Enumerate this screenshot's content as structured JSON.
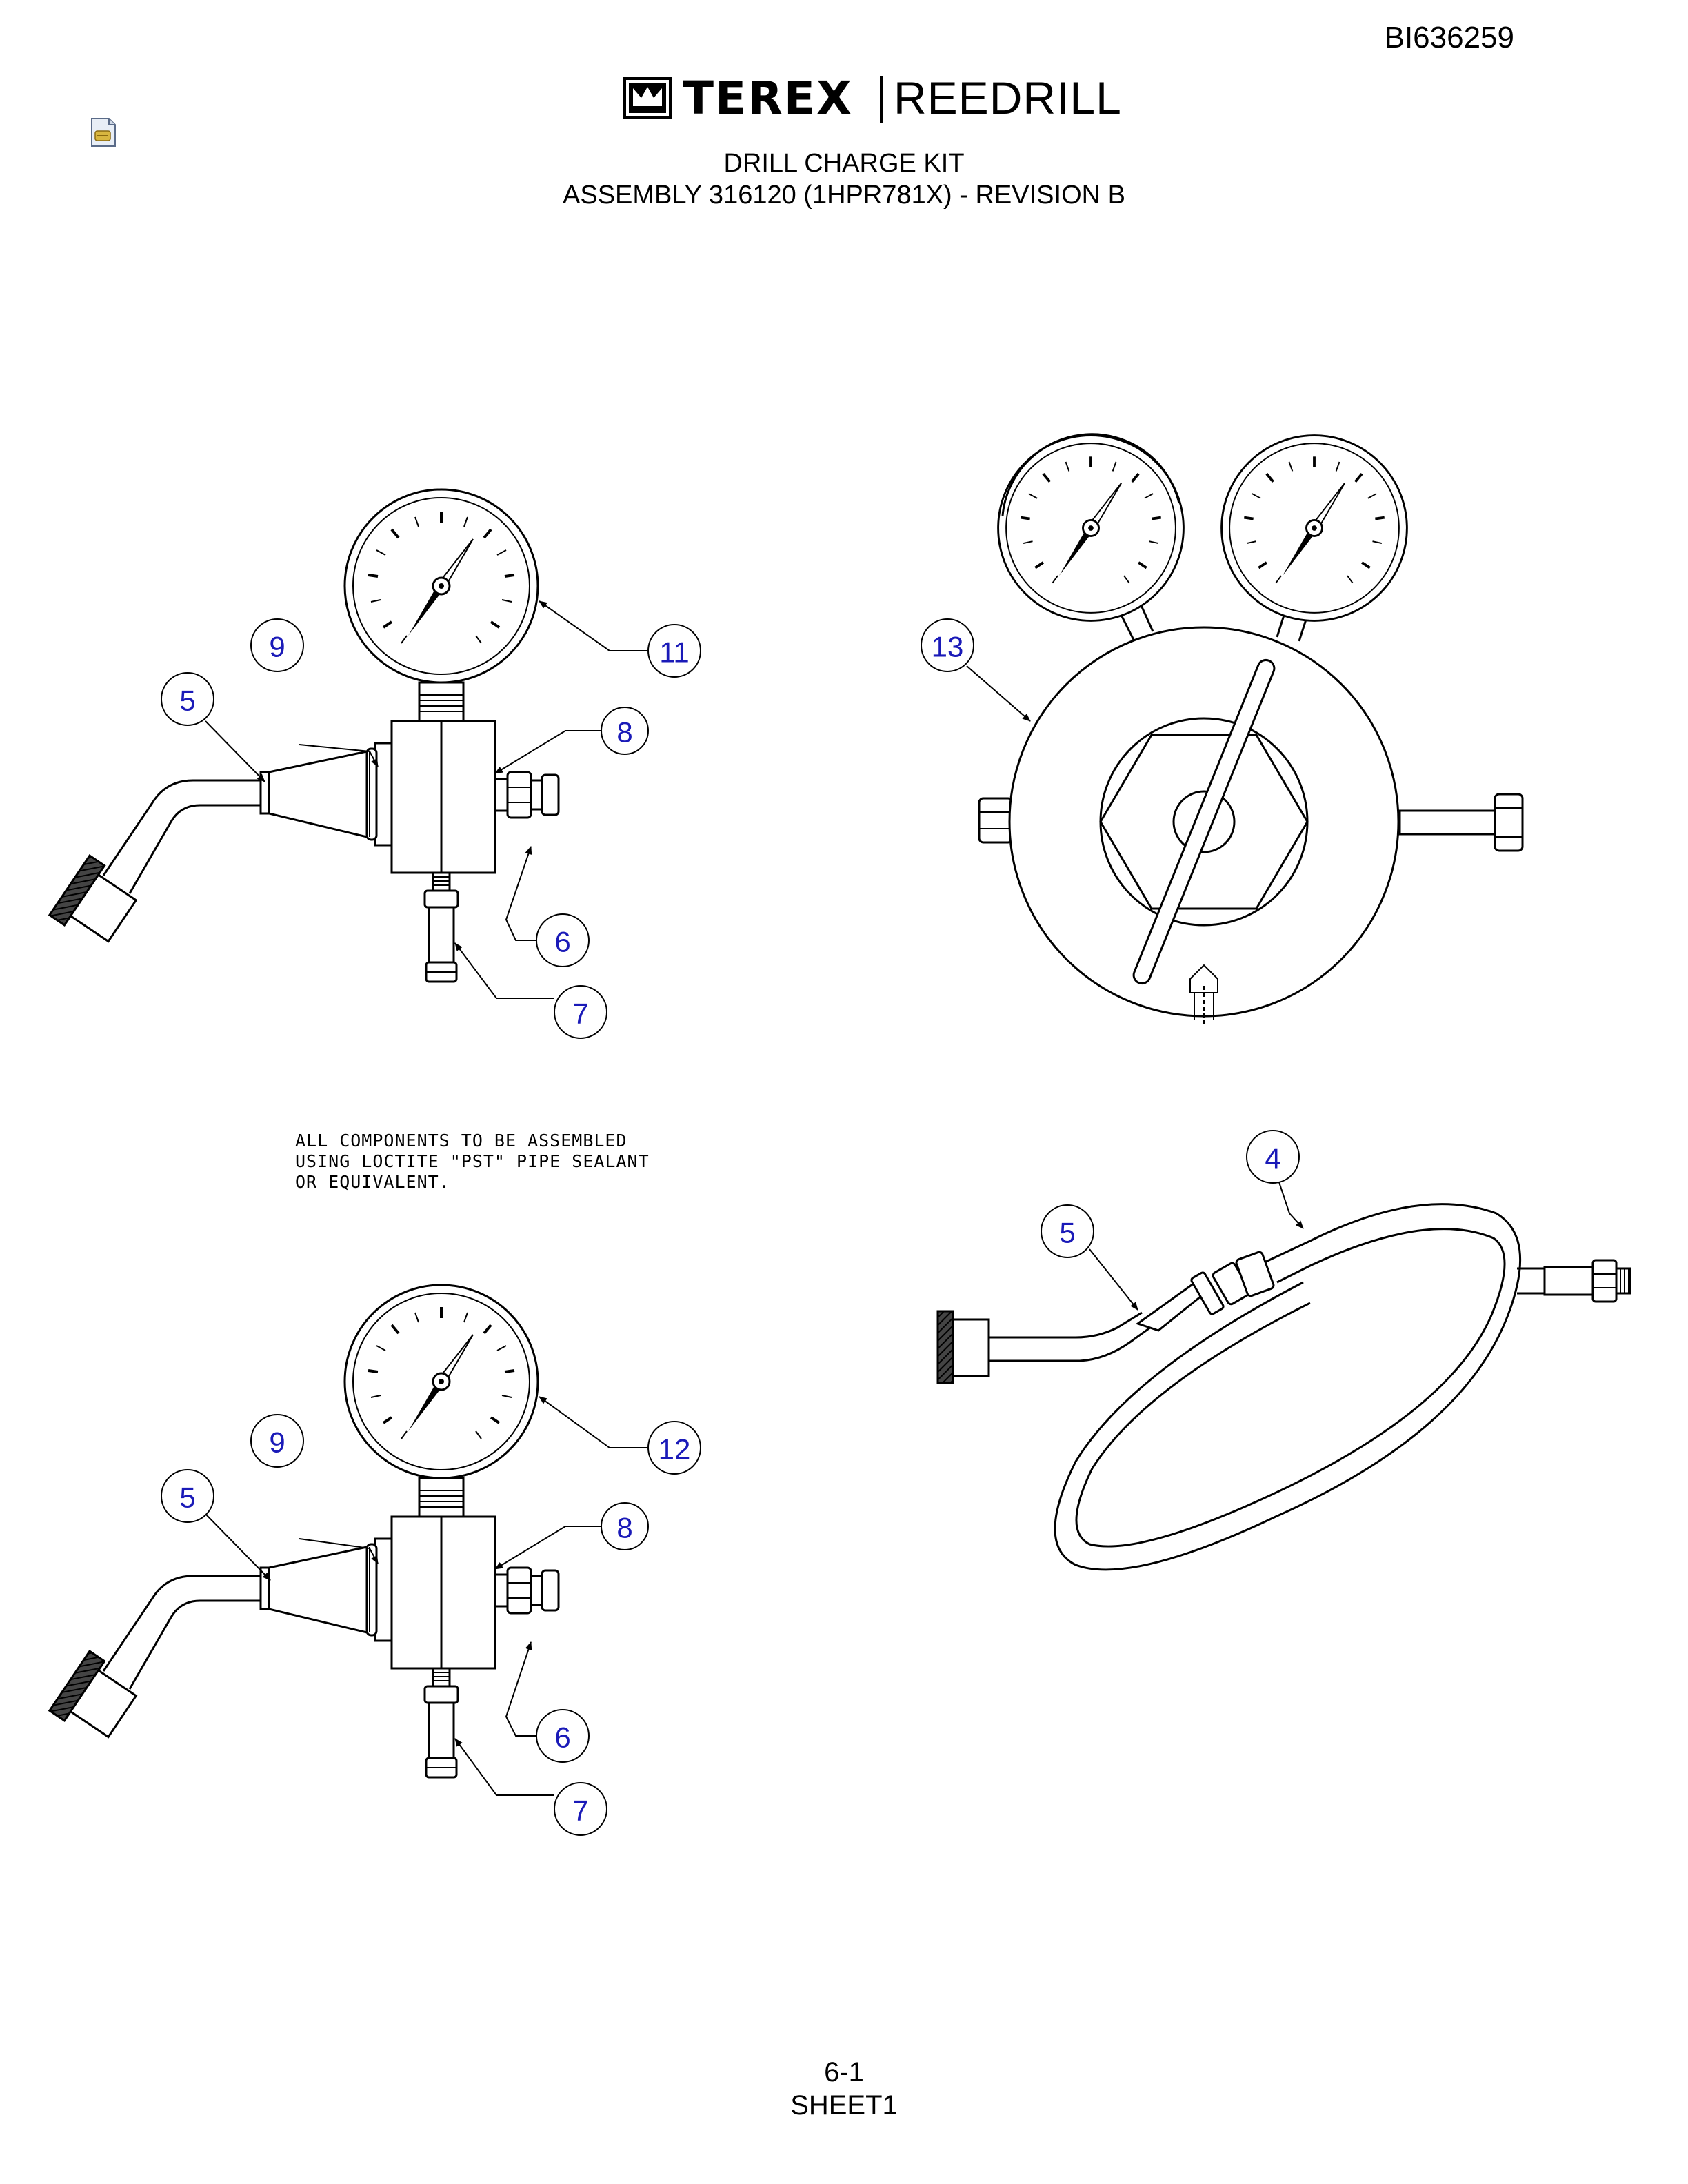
{
  "header": {
    "doc_number": "BI636259",
    "brand_primary": "TEREX",
    "brand_secondary": "REEDRILL",
    "title_line1": "DRILL CHARGE KIT",
    "title_line2": "ASSEMBLY 316120 (1HPR781X) - REVISION B"
  },
  "note": {
    "line1": "ALL COMPONENTS TO BE ASSEMBLED",
    "line2": "USING LOCTITE \"PST\" PIPE SEALANT",
    "line3": "OR EQUIVALENT."
  },
  "balloons": {
    "a_gauge": "11",
    "a_body": "8",
    "a_adapter": "9",
    "a_chuck": "5",
    "a_fitting": "6",
    "a_nipple": "7",
    "regulator": "13",
    "hose": "4",
    "hose_chuck": "5",
    "b_gauge": "12",
    "b_body": "8",
    "b_adapter": "9",
    "b_chuck": "5",
    "b_fitting": "6",
    "b_nipple": "7"
  },
  "footer": {
    "page": "6-1",
    "sheet": "SHEET1"
  }
}
